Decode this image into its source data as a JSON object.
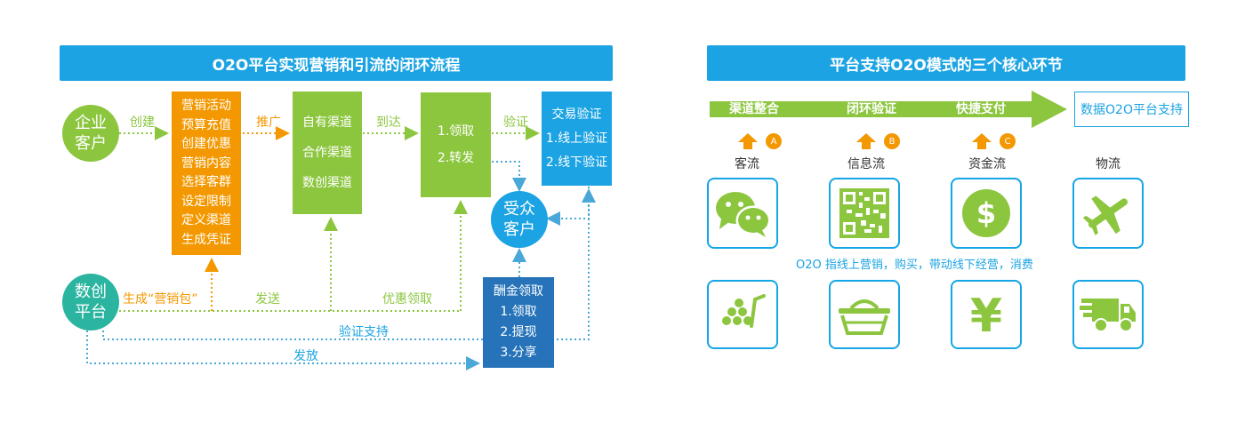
{
  "colors": {
    "blue": "#1ba3e3",
    "orange": "#f39800",
    "green": "#8cc63f",
    "teal": "#2bb5a0",
    "navy": "#2673b9",
    "tile_border": "#14a6e6"
  },
  "left": {
    "title": "O2O平台实现营销和引流的闭环流程",
    "enterprise": [
      "企业",
      "客户"
    ],
    "platform": [
      "数创",
      "平台"
    ],
    "audience": [
      "受众",
      "客户"
    ],
    "marketing_box": [
      "营销活动",
      "预算充值",
      "创建优惠",
      "营销内容",
      "选择客群",
      "设定限制",
      "定义渠道",
      "生成凭证"
    ],
    "channel_box": [
      "自有渠道",
      "合作渠道",
      "数创渠道"
    ],
    "receive_box": [
      "1.领取",
      "2.转发"
    ],
    "verify_box": [
      "交易验证",
      "1.线上验证",
      "2.线下验证"
    ],
    "reward_box": [
      "酬金领取",
      "1.领取",
      "2.提现",
      "3.分享"
    ],
    "labels": {
      "create": "创建",
      "promote": "推广",
      "arrive": "到达",
      "verify": "验证",
      "generate": "生成“营销包”",
      "send": "发送",
      "coupon": "优惠领取",
      "verify_support": "验证支持",
      "issue": "发放"
    }
  },
  "right": {
    "title": "平台支持O2O模式的三个核心环节",
    "arrow_labels": [
      "渠道整合",
      "闭环验证",
      "快捷支付"
    ],
    "support_box": "数据O2O平台支持",
    "badges": [
      "A",
      "B",
      "C"
    ],
    "flows": [
      "客流",
      "信息流",
      "资金流",
      "物流"
    ],
    "icons_top": [
      "wechat-icon",
      "qrcode-icon",
      "dollar-coin-icon",
      "airplane-icon"
    ],
    "icons_bottom": [
      "shopping-cart-icon",
      "basket-icon",
      "yen-icon",
      "delivery-truck-icon"
    ],
    "o2o_note": "O2O  指线上营销，购买，带动线下经营，消费"
  }
}
